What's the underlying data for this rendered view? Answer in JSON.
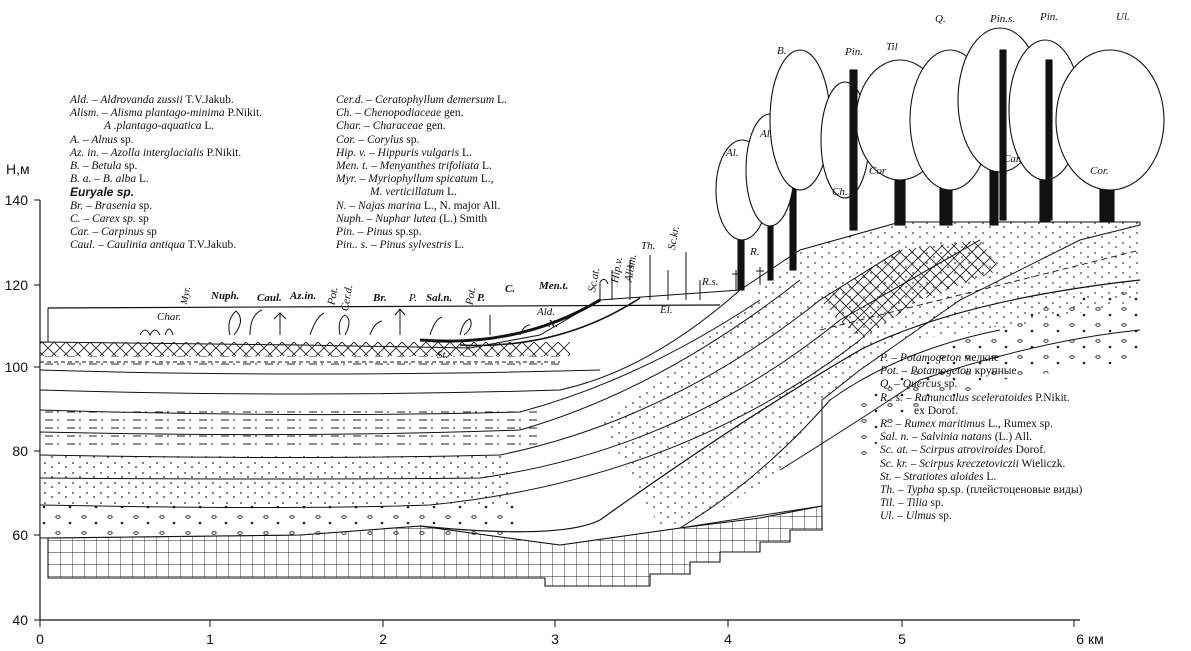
{
  "axis": {
    "y_unit": "Н,м",
    "y_ticks": [
      "140",
      "120",
      "100",
      "80",
      "60",
      "40"
    ],
    "x_ticks": [
      "0",
      "1",
      "2",
      "3",
      "4",
      "5",
      "6 км"
    ]
  },
  "legend_left": [
    {
      "abbr": "Ald.",
      "name": "Aldrovanda zussii",
      "author": "T.V.Jakub."
    },
    {
      "abbr": "Alism.",
      "name": "Alisma plantago-minima",
      "author": "P.Nikit."
    },
    {
      "abbr": "",
      "name": "A .plantago-aquatica",
      "author": "L.",
      "indent": true
    },
    {
      "abbr": "A.",
      "name": "Alnus",
      "author": "sp."
    },
    {
      "abbr": "Az. in.",
      "name": "Azolla interglacialis",
      "author": "P.Nikit."
    },
    {
      "abbr": "B.",
      "name": "Betula",
      "author": "sp."
    },
    {
      "abbr": "B. a.",
      "name": "B. alba",
      "author": "L."
    },
    {
      "abbr": "",
      "name": "Euryale sp.",
      "author": "",
      "bold": true
    },
    {
      "abbr": "Br.",
      "name": "Brasenia",
      "author": "sp."
    },
    {
      "abbr": "C.",
      "name": "Carex sp.",
      "author": "sp"
    },
    {
      "abbr": "Car.",
      "name": "Carpinus",
      "author": "sp"
    },
    {
      "abbr": "Caul.",
      "name": "Caulinia antiqua",
      "author": "T.V.Jakub."
    }
  ],
  "legend_mid": [
    {
      "abbr": "Cer.d.",
      "name": "Ceratophyllum demersum",
      "author": "L."
    },
    {
      "abbr": "Ch.",
      "name": "Chenopodiaceae",
      "author": "gen."
    },
    {
      "abbr": "Char.",
      "name": "Characeae",
      "author": "gen."
    },
    {
      "abbr": "Cor.",
      "name": "Corylus",
      "author": "sp."
    },
    {
      "abbr": "Hip. v.",
      "name": "Hippuris vulgaris",
      "author": "L."
    },
    {
      "abbr": "Men. t.",
      "name": "Menyanthes trifoliata",
      "author": "L."
    },
    {
      "abbr": "Myr.",
      "name": "Myriophyllum spicatum",
      "author": "L.,"
    },
    {
      "abbr": "",
      "name": "M. verticillatum",
      "author": "L.",
      "indent": true
    },
    {
      "abbr": "N.",
      "name": "Najas marina",
      "author": "L., N. major All."
    },
    {
      "abbr": "Nuph.",
      "name": "Nuphar lutea",
      "author": "(L.) Smith"
    },
    {
      "abbr": "Pin.",
      "name": "Pinus",
      "author": "sp.sp."
    },
    {
      "abbr": "Pin.. s.",
      "name": "Pinus sylvestris",
      "author": "L."
    }
  ],
  "legend_right": [
    {
      "abbr": "P.",
      "name": "Potamogeton",
      "author": "мелкие"
    },
    {
      "abbr": "Pot.",
      "name": "Potamogeton",
      "author": "крупные"
    },
    {
      "abbr": "Q.",
      "name": "Quercus",
      "author": "sp."
    },
    {
      "abbr": "R.. s.",
      "name": "Ranunculus sceleratoides",
      "author": "P.Nikit."
    },
    {
      "abbr": "",
      "name": "",
      "author": "ex Dorof.",
      "indent": true
    },
    {
      "abbr": "R..",
      "name": "Rumex maritimus",
      "author": "L., Rumex sp."
    },
    {
      "abbr": "Sal. n.",
      "name": "Salvinia natans",
      "author": "(L.) All."
    },
    {
      "abbr": "Sc. at.",
      "name": "Scirpus atroviroides",
      "author": "Dorof."
    },
    {
      "abbr": "Sc. kr.",
      "name": "Scirpus kreczetoviczii",
      "author": "Wieliczk."
    },
    {
      "abbr": "St.",
      "name": "Stratiotes aloides",
      "author": "L."
    },
    {
      "abbr": "Th.",
      "name": "Typha",
      "author": "sp.sp. (плейстоценовые виды)"
    },
    {
      "abbr": "Til.",
      "name": "Tilia",
      "author": "sp."
    },
    {
      "abbr": "Ul.",
      "name": "Ulmus",
      "author": "sp."
    }
  ],
  "plant_labels": {
    "myr": "Myr.",
    "char": "Char.",
    "nuph": "Nuph.",
    "caul": "Caul.",
    "azin": "Az.in.",
    "pot1": "Pot.",
    "cerd": "Cer.d.",
    "br": "Br.",
    "p1": "P.",
    "saln": "Sal.n.",
    "pot2": "Pot.",
    "p2": "P.",
    "c": "C.",
    "ment": "Men.t.",
    "ald": "Ald.",
    "n": "N.",
    "st": "St.",
    "scat": "Sc.at.",
    "hipv": "Hip.v.",
    "alism": "Alism.",
    "th": "Th.",
    "sckr": "Sc.kr.",
    "el": "El.",
    "rs": "R.s.",
    "r": "R.",
    "al1": "Al.",
    "al2": "Al.",
    "b": "B.",
    "ch": "Ch.",
    "pin1": "Pin.",
    "til": "Til",
    "cor1": "Cor",
    "q": "Q.",
    "car": "Car.",
    "pins": "Pin.s.",
    "pin2": "Pin.",
    "ul": "Ul.",
    "cor2": "Cor."
  }
}
